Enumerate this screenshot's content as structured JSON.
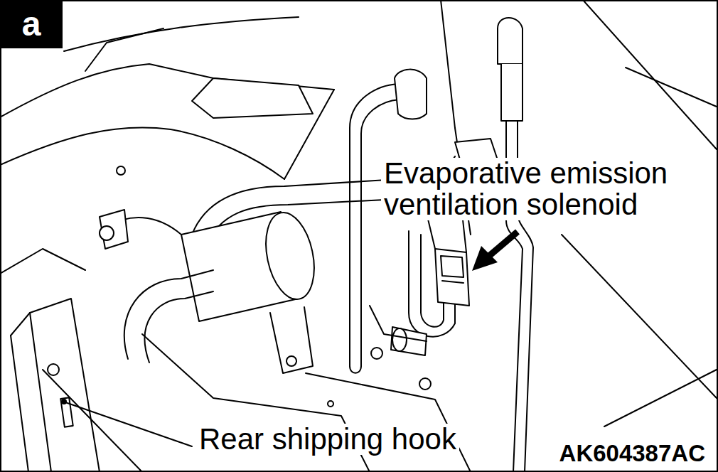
{
  "diagram": {
    "nodes": [
      {
        "text": [
          "a"
        ]
      }
    ],
    "labels": [
      "Evaporative emission ventilation solenoid",
      "Rear shipping hook",
      "AK604387AC"
    ]
  }
}
